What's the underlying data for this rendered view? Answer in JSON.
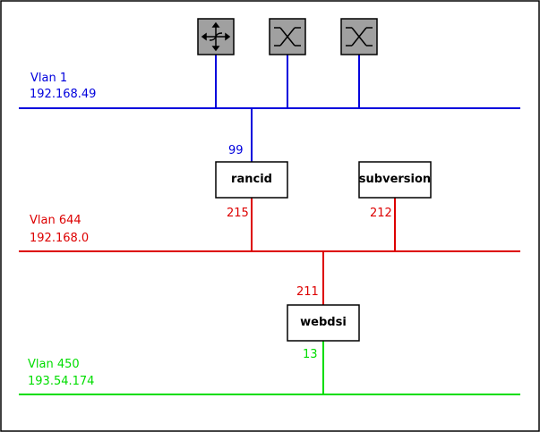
{
  "colors": {
    "vlan1": "#0000dd",
    "vlan644": "#dd0000",
    "vlan450": "#00dd00",
    "device_fill": "#a0a0a0",
    "border": "#000000"
  },
  "devices": [
    {
      "name": "router",
      "icon": "router-icon"
    },
    {
      "name": "switch-1",
      "icon": "switch-icon"
    },
    {
      "name": "switch-2",
      "icon": "switch-icon"
    }
  ],
  "vlans": {
    "vlan1": {
      "name": "Vlan 1",
      "subnet": "192.168.49"
    },
    "vlan644": {
      "name": "Vlan 644",
      "subnet": "192.168.0"
    },
    "vlan450": {
      "name": "Vlan 450",
      "subnet": "193.54.174"
    }
  },
  "hosts": {
    "rancid": {
      "label": "rancid",
      "addr_vlan1": "99",
      "addr_vlan644": "215"
    },
    "subversion": {
      "label": "subversion",
      "addr_vlan644": "212"
    },
    "webdsi": {
      "label": "webdsi",
      "addr_vlan644": "211",
      "addr_vlan450": "13"
    }
  }
}
